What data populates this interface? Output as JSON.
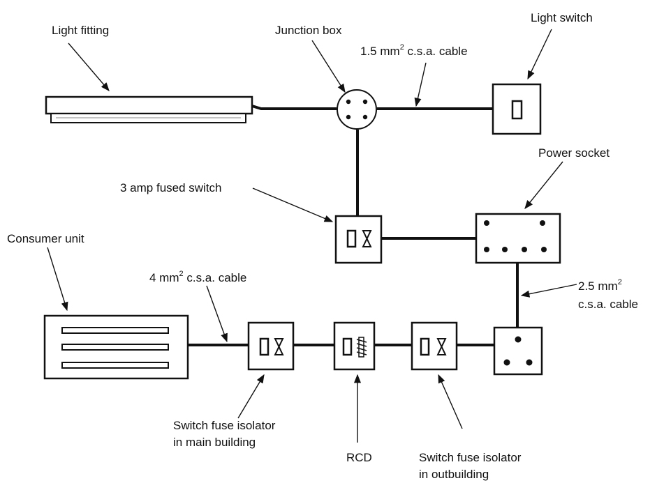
{
  "labels": {
    "light_fitting": "Light fitting",
    "junction_box": "Junction box",
    "cable_15": {
      "main": "1.5 mm",
      "sup": "2",
      "rest": " c.s.a. cable"
    },
    "light_switch": "Light switch",
    "power_socket": "Power socket",
    "fused_switch": "3 amp fused switch",
    "consumer_unit": "Consumer unit",
    "cable_4": {
      "main": "4 mm",
      "sup": "2",
      "rest": " c.s.a. cable"
    },
    "cable_25": {
      "line1_main": "2.5 mm",
      "line1_sup": "2",
      "line2": "c.s.a. cable"
    },
    "isolator_main": {
      "line1": "Switch fuse isolator",
      "line2": "in main building"
    },
    "rcd": "RCD",
    "isolator_out": {
      "line1": "Switch fuse isolator",
      "line2": "in outbuilding"
    }
  },
  "colors": {
    "ink": "#111111",
    "background": "#ffffff"
  }
}
